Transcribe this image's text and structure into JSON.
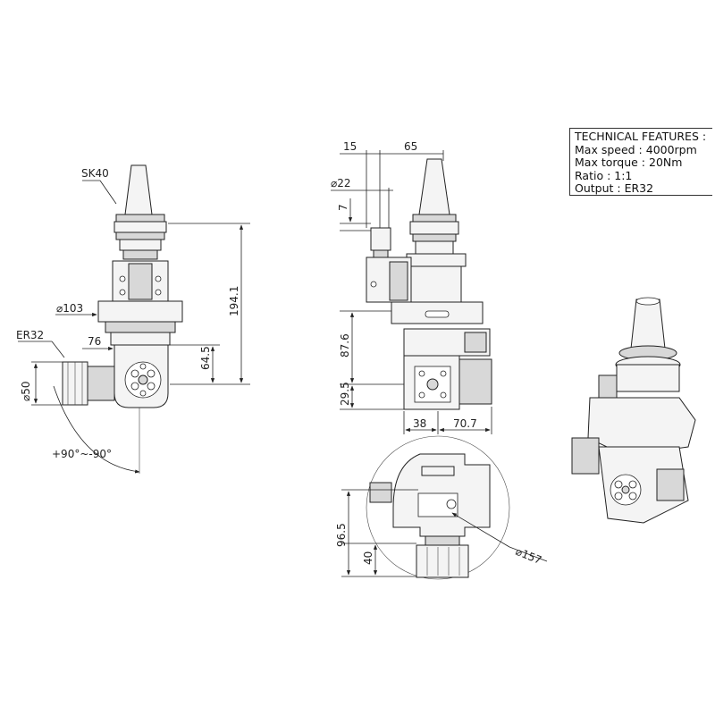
{
  "features": {
    "title": "TECHNICAL FEATURES :",
    "lines": [
      "Max speed : 4000rpm",
      "Max torque : 20Nm",
      "Ratio : 1:1",
      "Output : ER32"
    ]
  },
  "front_view": {
    "taper": "SK40",
    "d103": "103",
    "output": "ER32",
    "d76": "76",
    "d50": "50",
    "h194": "194.1",
    "h64": "64.5",
    "angle": "+90°~-90°"
  },
  "side_view": {
    "d15": "15",
    "d65": "65",
    "d22": "22",
    "d7": "7",
    "h87": "87.6",
    "h29": "29.5",
    "w38": "38",
    "w70": "70.7"
  },
  "top_view": {
    "h96": "96.5",
    "h40": "40",
    "d157": "157"
  }
}
